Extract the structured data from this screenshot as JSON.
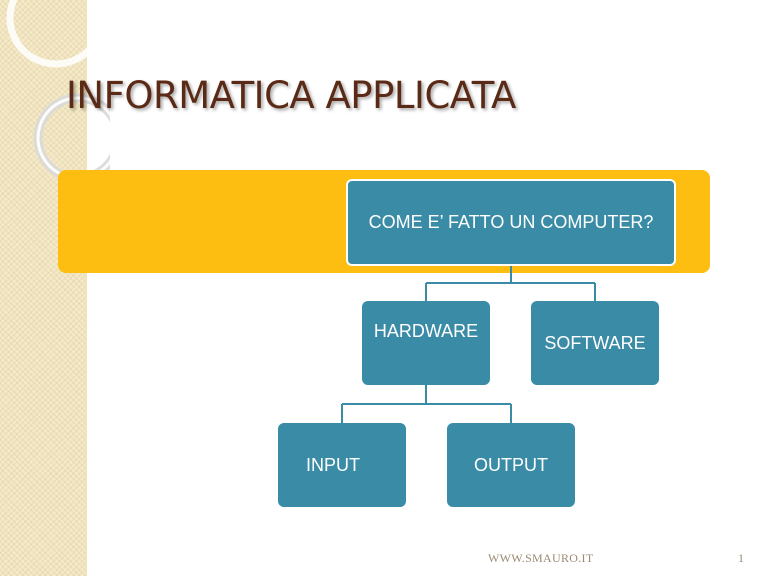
{
  "slide": {
    "title": "INFORMATICA APPLICATA",
    "footer": "WWW.SMAURO.IT",
    "page_number": "1"
  },
  "diagram": {
    "root": "COME E’ FATTO UN COMPUTER?",
    "hardware": "HARDWARE",
    "software": "SOFTWARE",
    "input": "INPUT",
    "output": "OUTPUT"
  },
  "colors": {
    "band": "#fdbd11",
    "node": "#3a8ba6",
    "title": "#5b2a16",
    "side_band": "#f4e9c8"
  }
}
